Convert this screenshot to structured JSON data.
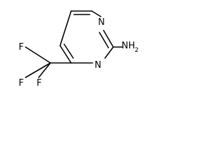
{
  "molecule": {
    "atoms": {
      "n1": "N",
      "n3": "N",
      "f1": "F",
      "f2": "F",
      "f3": "F",
      "amine_main": "NH",
      "amine_sub": "2"
    }
  },
  "colors": {
    "bond": "#000000",
    "label": "#000000",
    "background": "#ffffff"
  }
}
